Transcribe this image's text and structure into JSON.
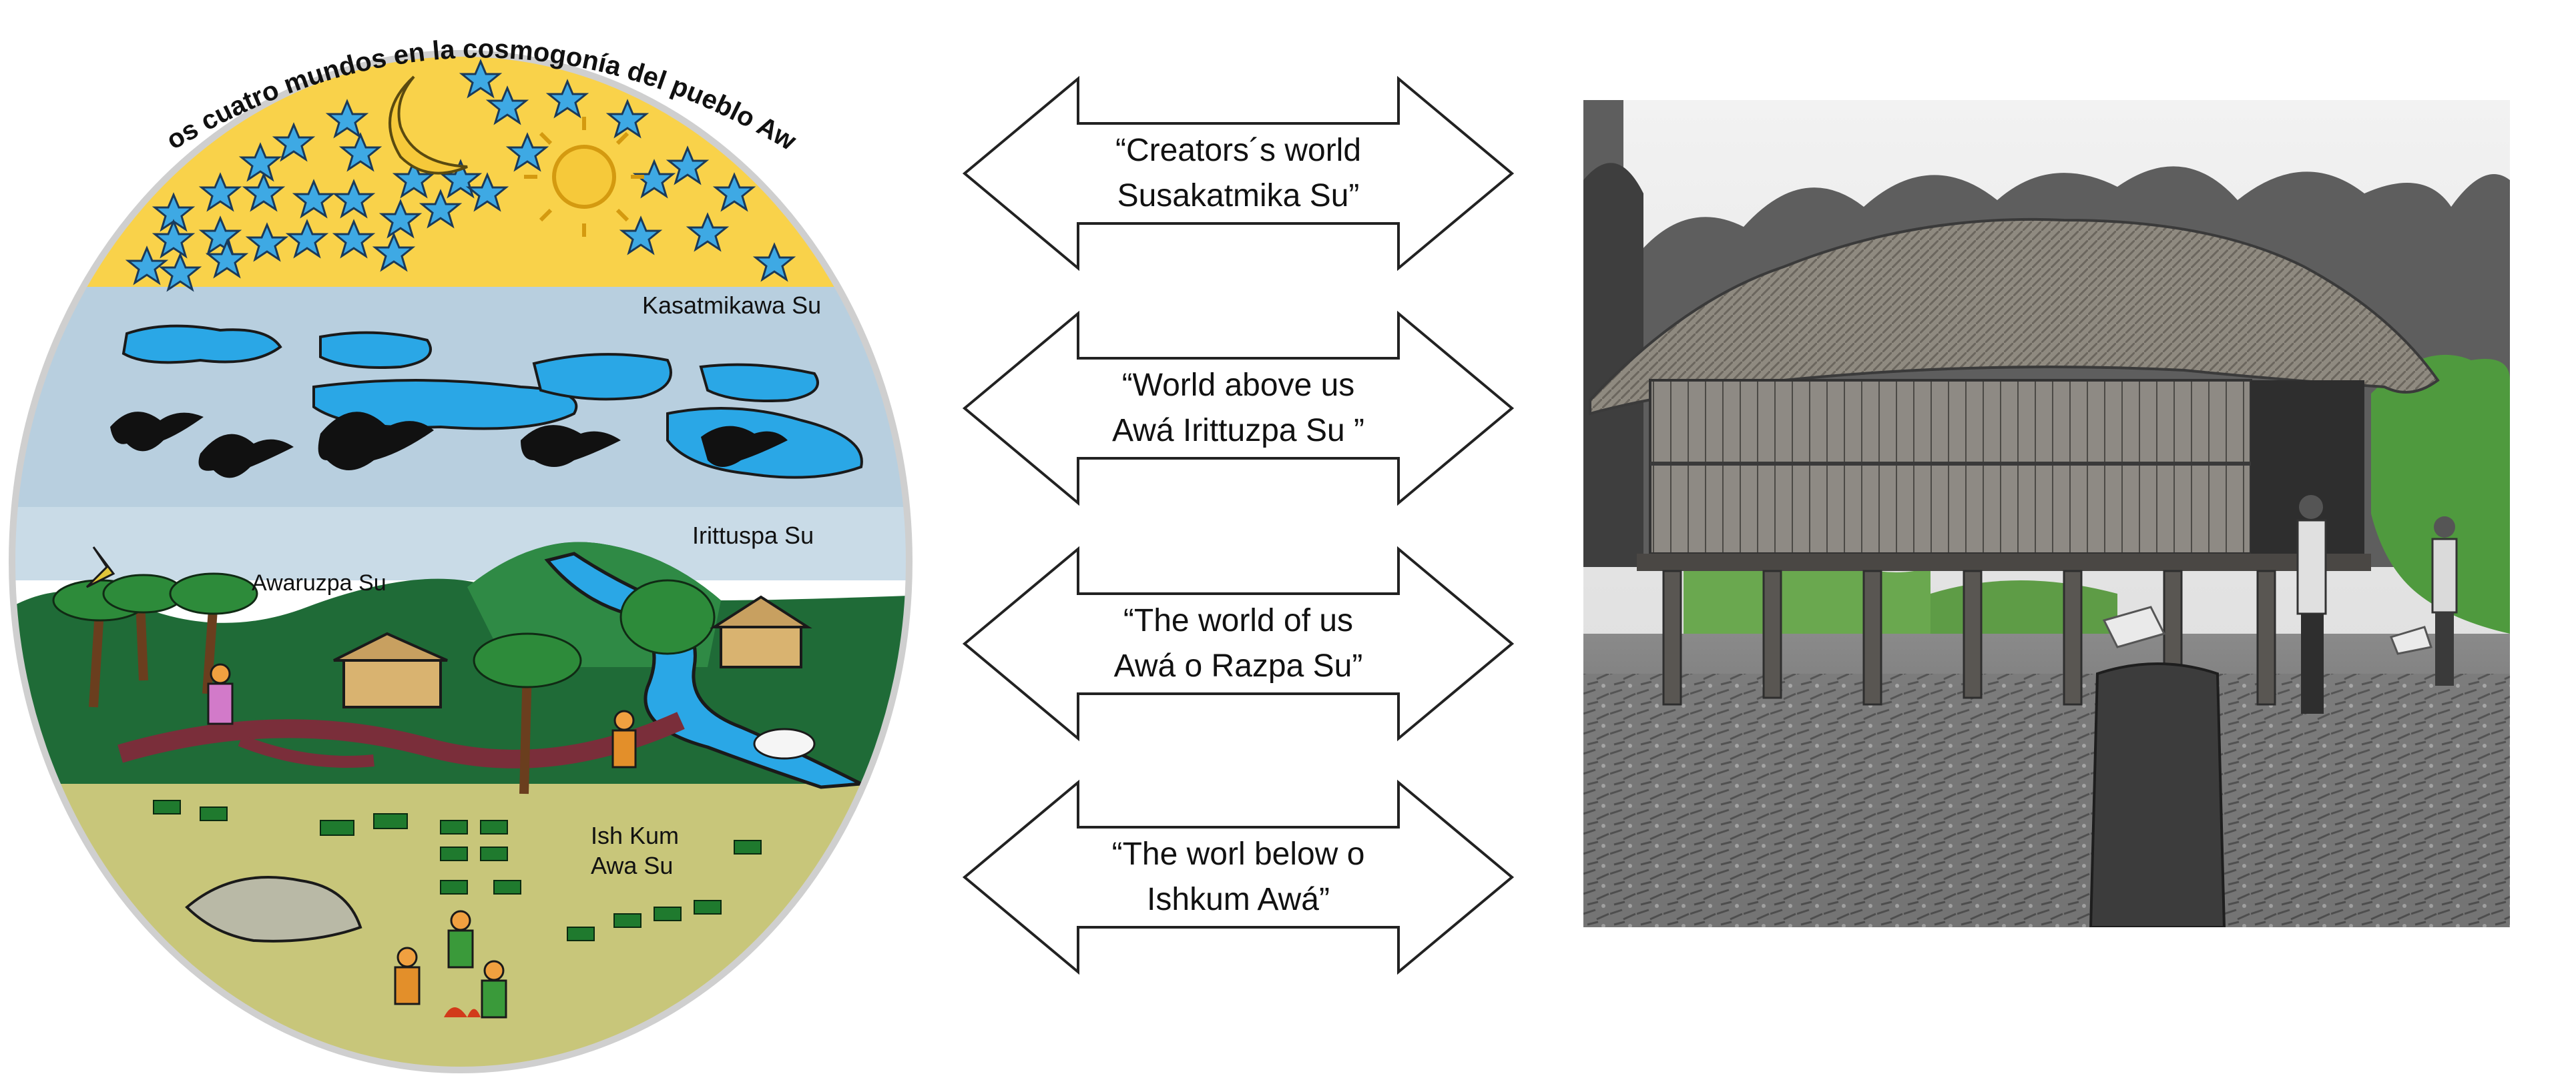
{
  "cosmogony": {
    "title": "Los cuatro mundos en la cosmogonía del pueblo Awá",
    "layers": [
      {
        "label": "Kasatmikawa Su",
        "color": "#f9d24a"
      },
      {
        "label": "Irittuspa Su",
        "color": "#b8cfdf"
      },
      {
        "label": "Awaruzpa Su",
        "color": "#1f6b37"
      },
      {
        "label": "Ish Kum",
        "label2": "Awa Su",
        "color": "#c8c67a"
      }
    ]
  },
  "arrows": [
    {
      "line1": "“Creators´s world",
      "line2": "Susakatmika Su”"
    },
    {
      "line1": "“World above us",
      "line2": "Awá Irittuzpa Su ”"
    },
    {
      "line1": "“The world of us",
      "line2": "Awá o Razpa Su”"
    },
    {
      "line1": "“The worl below o",
      "line2": "Ishkum Awá”"
    }
  ],
  "colors": {
    "arrow_stroke": "#222222",
    "star": "#3ea9e4",
    "cloud": "#2aa7e6",
    "bird": "#111111",
    "outline": "#1a1a1a"
  }
}
